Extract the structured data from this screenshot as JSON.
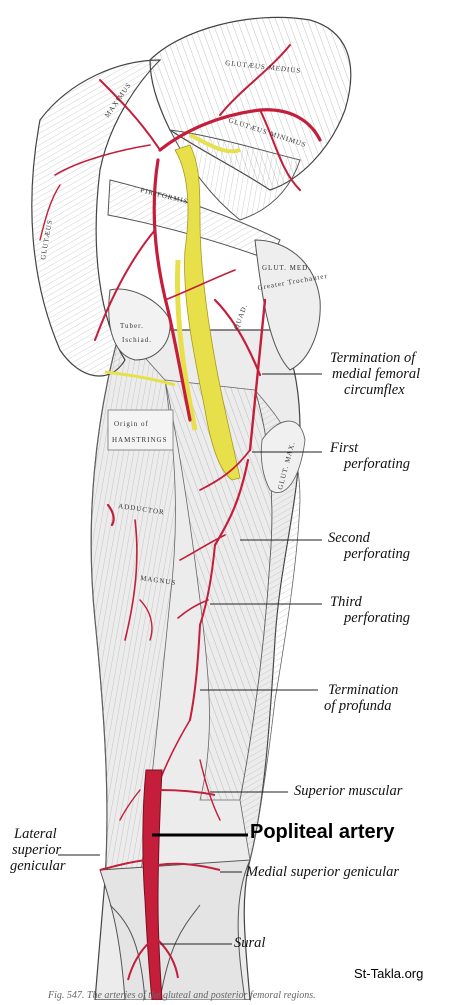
{
  "callouts": {
    "termination_medial_femoral_circumflex": [
      "Termination of",
      "medial femoral",
      "circumflex"
    ],
    "first_perforating": [
      "First",
      "perforating"
    ],
    "second_perforating": [
      "Second",
      "perforating"
    ],
    "third_perforating": [
      "Third",
      "perforating"
    ],
    "termination_of_profunda": [
      "Termination",
      "of profunda"
    ],
    "superior_muscular": [
      "Superior muscular"
    ],
    "lateral_superior_genicular": [
      "Lateral",
      "superior",
      "genicular"
    ],
    "medial_superior_genicular": [
      "Medial superior genicular"
    ],
    "sural": [
      "Sural"
    ]
  },
  "highlight_label": "Popliteal artery",
  "watermark": "St-Takla.org",
  "muscle_labels": {
    "gluteus_medius": "GLUTÆUS MEDIUS",
    "gluteus_minimus": "GLUTÆUS MINIMUS",
    "gluteus_maximus_left": "GLUTÆUS",
    "gluteus_maximus_top": "MAXIMUS",
    "piriformis": "PIRIFORMIS",
    "glut_med_small": "GLUT. MED.",
    "greater_trochanter": "Greater Trochanter",
    "quadratus": "QUAD.",
    "tuber_ischiad": [
      "Tuber.",
      "Ischiad."
    ],
    "origin_of_hamstrings": [
      "Origin of",
      "HAMSTRINGS"
    ],
    "adductor": "ADDUCTOR",
    "magnus": "MAGNUS",
    "glut_max_insert": "GLUT. MAX."
  },
  "caption": "Fig. 547. The arteries of the gluteal and posterior femoral regions.",
  "colors": {
    "artery": "#c41e3a",
    "nerve": "#e8e04a",
    "muscle_line": "#777777"
  }
}
